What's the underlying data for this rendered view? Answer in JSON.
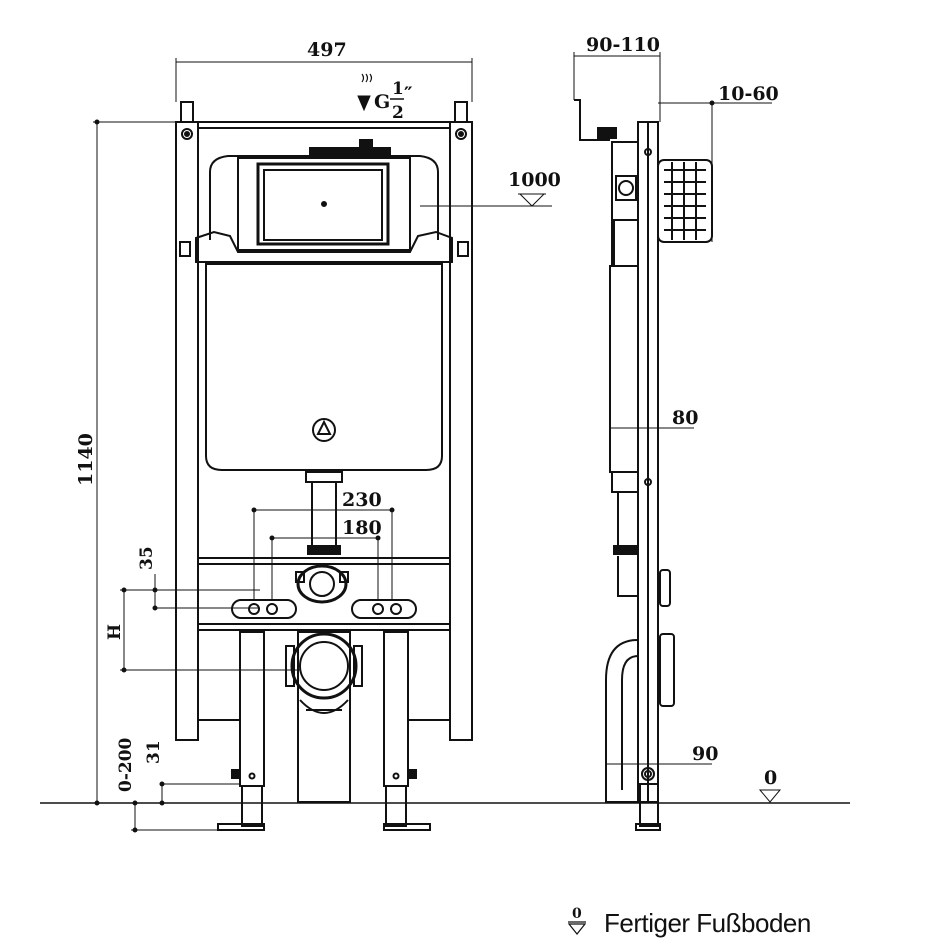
{
  "dimensions": {
    "frame_width": "497",
    "frame_height": "1140",
    "depth_range": "90-110",
    "wall_range": "10-60",
    "water_level": "1000",
    "fixing_230": "230",
    "fixing_180": "180",
    "offset_35": "35",
    "height_h": "H",
    "foot_range": "0-200",
    "foot_31": "31",
    "side_80": "80",
    "side_90": "90",
    "floor_zero": "0"
  },
  "supply": {
    "prefix": "G",
    "numerator": "1",
    "denominator": "2",
    "unit": "″"
  },
  "legend": {
    "symbol_value": "0",
    "text": "Fertiger Fußboden"
  }
}
